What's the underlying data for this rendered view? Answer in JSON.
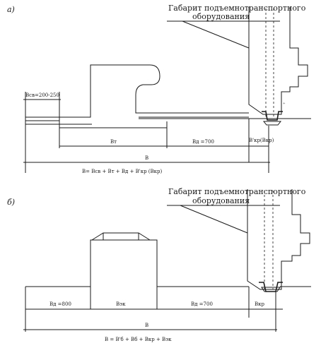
{
  "diagram": {
    "panel_a": {
      "label": "а)",
      "caption_line1": "Габарит подъемнотранспортного",
      "caption_line2": "оборудования",
      "dim_bsv": "Bсв=200-250",
      "dim_bp": "Bт",
      "dim_bd": "Bд =700",
      "dim_bkr": "B'кр(Bкр)",
      "total": "B",
      "formula": "B= Bсв + Bт + Bд + B'кр (Bкр)"
    },
    "panel_b": {
      "label": "б)",
      "caption_line1": "Габарит подъемнотранспортного",
      "caption_line2": "оборудования",
      "dim_bd1": "Bд =800",
      "dim_bsh": "Bэк",
      "dim_bd2": "Bд =700",
      "dim_bkr": "Bкр",
      "total": "B",
      "formula": "B = B'б + Bб + Bкр + Bэк"
    }
  }
}
